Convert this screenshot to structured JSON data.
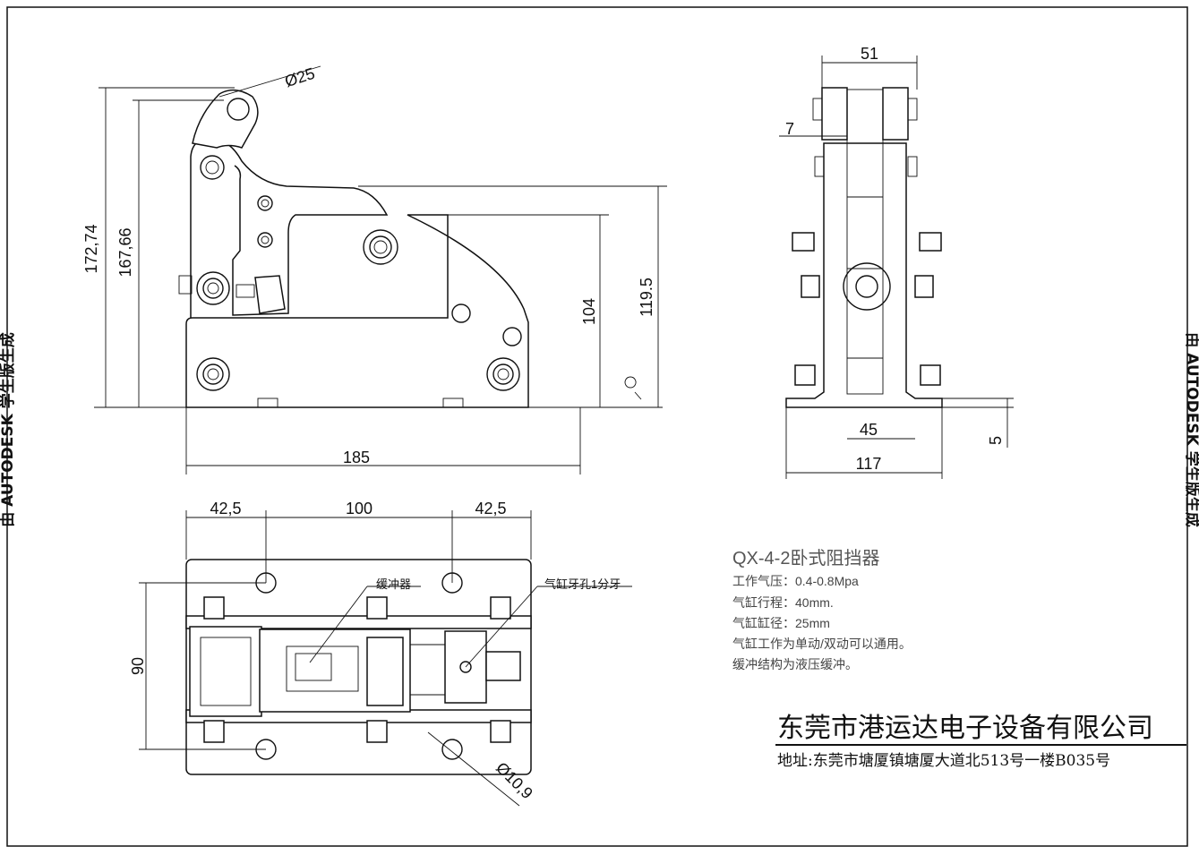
{
  "title": "QX-4-2卧式阻挡器",
  "specs": [
    "工作气压：0.4-0.8Mpa",
    "气缸行程：40mm.",
    "气缸缸径：25mm",
    "气缸工作为单动/双动可以通用。",
    "缓冲结构为液压缓冲。"
  ],
  "company": "东莞市港运达电子设备有限公司",
  "address": "地址:东莞市塘厦镇塘厦大道北513号一楼B035号",
  "watermark": "由 AUTODESK 学生版生成",
  "callouts": {
    "buffer": "缓冲器",
    "cylinder_port": "气缸牙孔1分牙"
  },
  "dims": {
    "side_height_total": "172,74",
    "side_height_2": "167,66",
    "side_length": "185",
    "side_h104": "104",
    "side_h119": "119.5",
    "pin_dia": "Ø25",
    "front_top_width": "51",
    "front_offset": "7",
    "front_inner": "45",
    "front_base": "117",
    "front_thick": "5",
    "top_left": "42,5",
    "top_mid": "100",
    "top_right": "42,5",
    "top_width": "90",
    "hole_dia": "Ø10,9"
  }
}
